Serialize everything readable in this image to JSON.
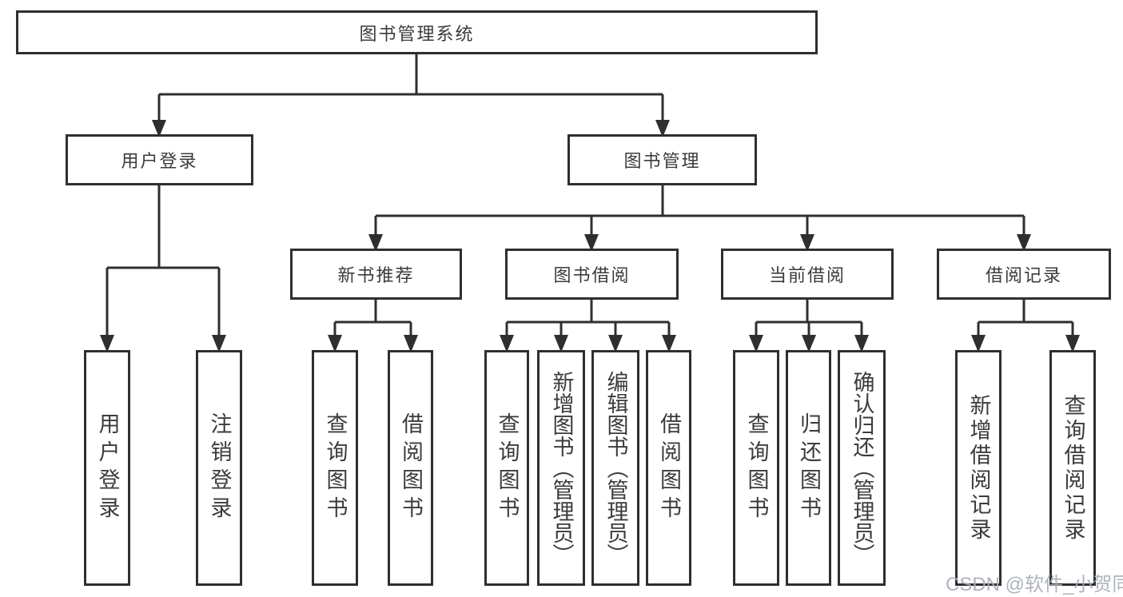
{
  "diagram": {
    "root": {
      "label": "图书管理系统"
    },
    "branches": [
      {
        "label": "用户登录",
        "children": [
          {
            "label": "用户登录"
          },
          {
            "label": "注销登录"
          }
        ]
      },
      {
        "label": "图书管理",
        "children": [
          {
            "label": "新书推荐",
            "children": [
              {
                "label": "查询图书"
              },
              {
                "label": "借阅图书"
              }
            ]
          },
          {
            "label": "图书借阅",
            "children": [
              {
                "label": "查询图书"
              },
              {
                "label": "新增图书（管理员）"
              },
              {
                "label": "编辑图书（管理员）"
              },
              {
                "label": "借阅图书"
              }
            ]
          },
          {
            "label": "当前借阅",
            "children": [
              {
                "label": "查询图书"
              },
              {
                "label": "归还图书"
              },
              {
                "label": "确认归还（管理员）"
              }
            ]
          },
          {
            "label": "借阅记录",
            "children": [
              {
                "label": "新增借阅记录"
              },
              {
                "label": "查询借阅记录"
              }
            ]
          }
        ]
      }
    ]
  },
  "watermark": {
    "text": "CSDN @软件_小贺同学",
    "color": "#a9adb8"
  },
  "colors": {
    "line": "#2f2f2f",
    "box_border": "#2f2f2f",
    "text": "#3b3b3b",
    "background": "#ffffff"
  }
}
